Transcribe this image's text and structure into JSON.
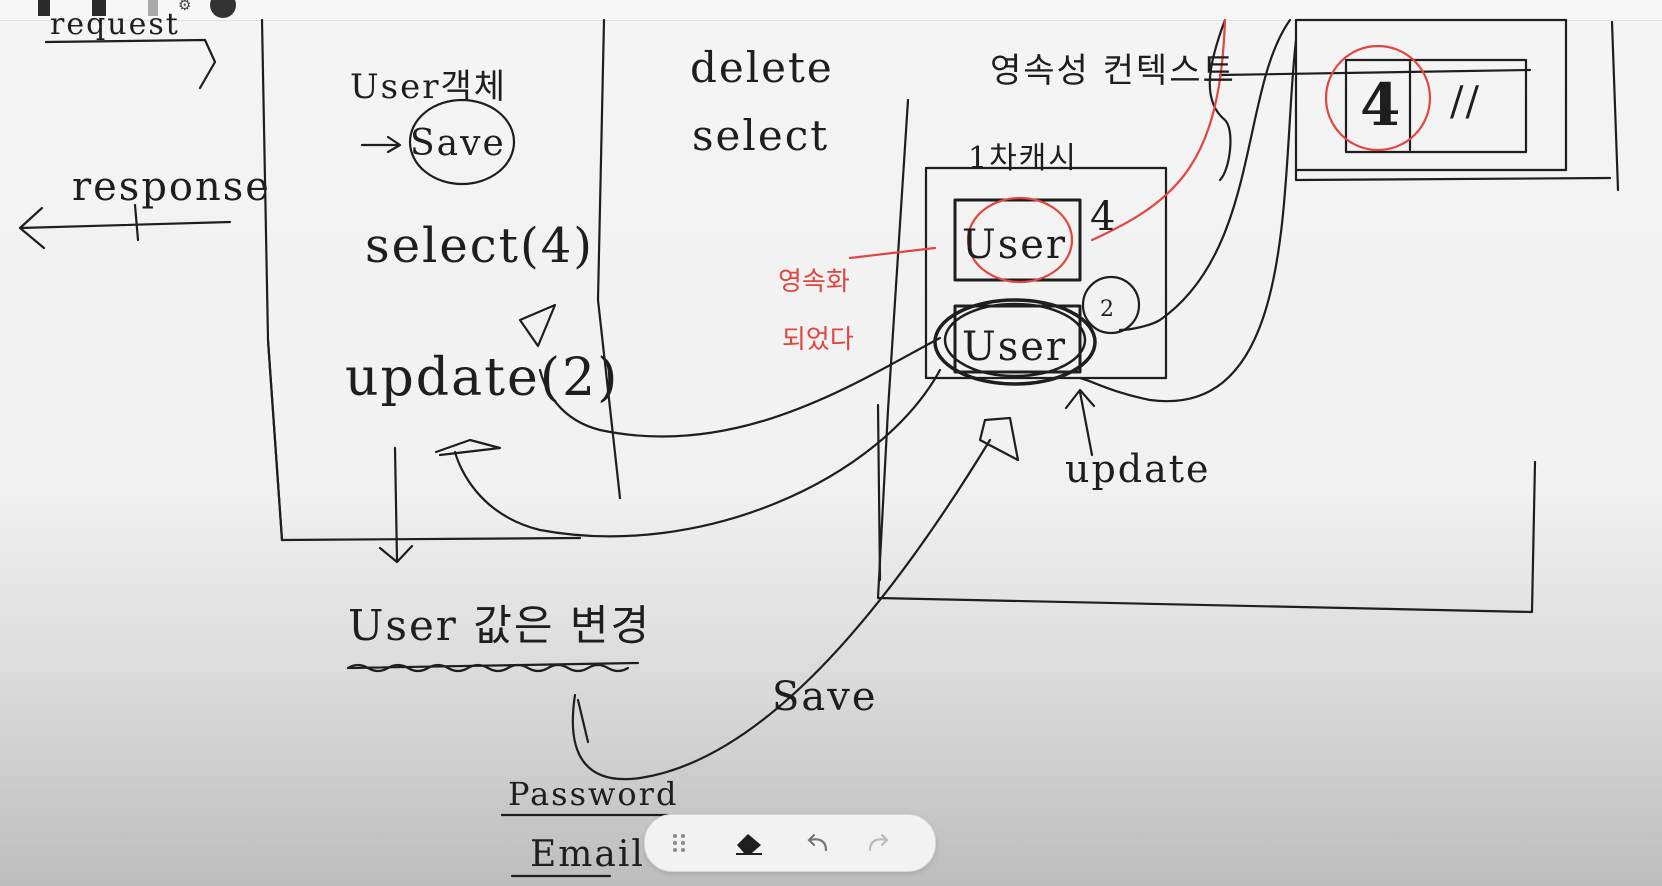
{
  "board": {
    "top_left_word": "request",
    "response": "response",
    "user_create": "User객체",
    "save_circled": "Save",
    "select_4": "select(4)",
    "update_2": "update(2)",
    "user_value_change": "User 값은 변경",
    "password": "Password",
    "email": "Email",
    "delete": "delete",
    "select": "select",
    "persistence_context": "영속성 컨텍스트",
    "first_level_cache": "1차캐시",
    "cache_user_1": "User",
    "cache_user_2": "User",
    "id_4": "4",
    "id_2": "2",
    "update": "update",
    "save": "Save",
    "db_id_4": "4",
    "db_mark": "//",
    "red_note_1": "영속화",
    "red_note_2": "되었다"
  },
  "toolbar": {
    "tools": [
      "drag-handle-icon",
      "eraser-icon",
      "undo-icon",
      "redo-icon"
    ]
  },
  "colors": {
    "ink": "#1e1e1e",
    "red_ink": "#e3453f",
    "toolbar_bg": "#f2f2f2"
  }
}
